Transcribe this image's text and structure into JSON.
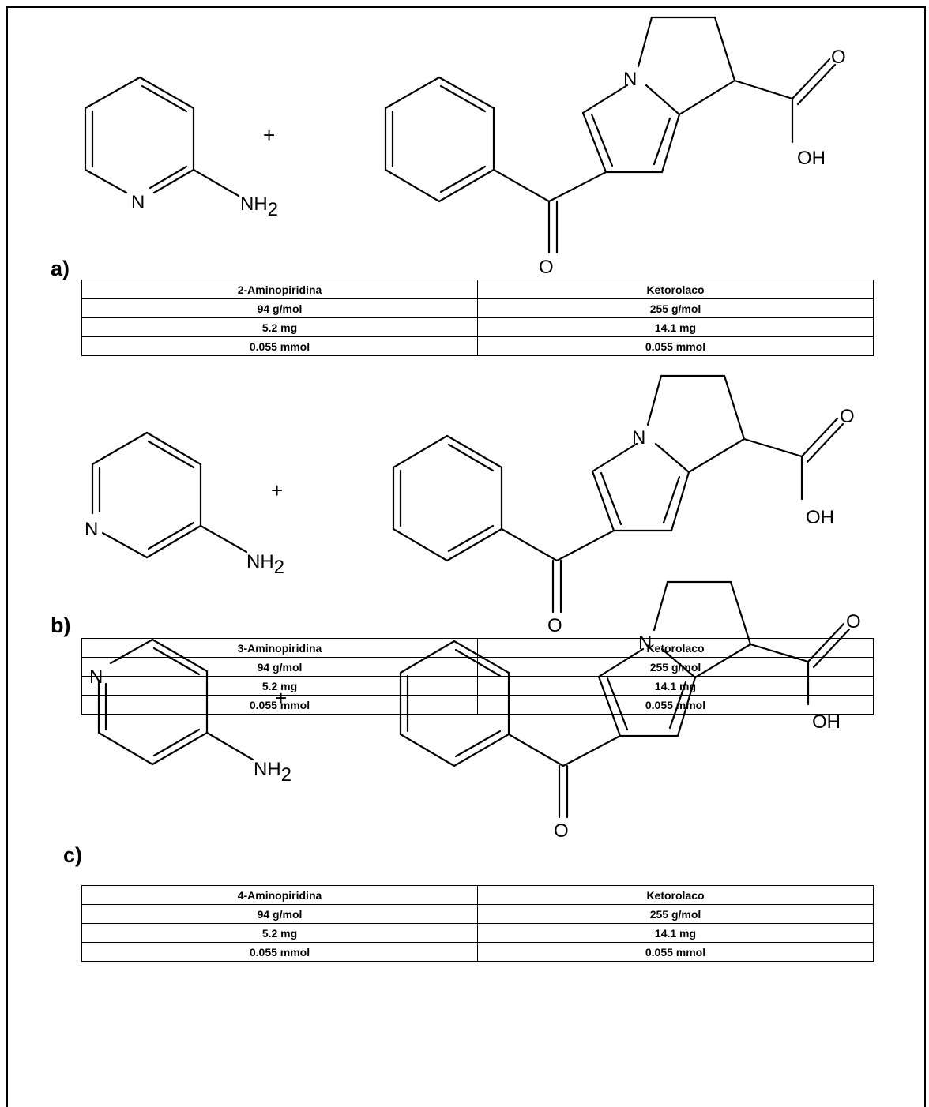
{
  "panels": [
    {
      "label": "a)",
      "reactant_atoms": {
        "ring_n": "N",
        "amine": "NH",
        "amine_sub": "2"
      },
      "plus": "+",
      "product_atoms": {
        "ring_n": "N",
        "carbonyl_o": "O",
        "acid_o": "O",
        "acid_oh": "OH"
      },
      "table": {
        "columns": [
          "2-Aminopiridina",
          "Ketorolaco"
        ],
        "rows": [
          [
            "94 g/mol",
            "255 g/mol"
          ],
          [
            "5.2 mg",
            "14.1 mg"
          ],
          [
            "0.055 mmol",
            "0.055 mmol"
          ]
        ]
      }
    },
    {
      "label": "b)",
      "reactant_atoms": {
        "ring_n": "N",
        "amine": "NH",
        "amine_sub": "2"
      },
      "plus": "+",
      "product_atoms": {
        "ring_n": "N",
        "carbonyl_o": "O",
        "acid_o": "O",
        "acid_oh": "OH"
      },
      "table": {
        "columns": [
          "3-Aminopiridina",
          "Ketorolaco"
        ],
        "rows": [
          [
            "94 g/mol",
            "255 g/mol"
          ],
          [
            "5.2 mg",
            "14.1 mg"
          ],
          [
            "0.055 mmol",
            "0.055 mmol"
          ]
        ]
      }
    },
    {
      "label": "c)",
      "reactant_atoms": {
        "ring_n": "N",
        "amine": "NH",
        "amine_sub": "2"
      },
      "plus": "+",
      "product_atoms": {
        "ring_n": "N",
        "carbonyl_o": "O",
        "acid_o": "O",
        "acid_oh": "OH"
      },
      "table": {
        "columns": [
          "4-Aminopiridina",
          "Ketorolaco"
        ],
        "rows": [
          [
            "94 g/mol",
            "255 g/mol"
          ],
          [
            "5.2 mg",
            "14.1 mg"
          ],
          [
            "0.055 mmol",
            "0.055 mmol"
          ]
        ]
      }
    }
  ]
}
